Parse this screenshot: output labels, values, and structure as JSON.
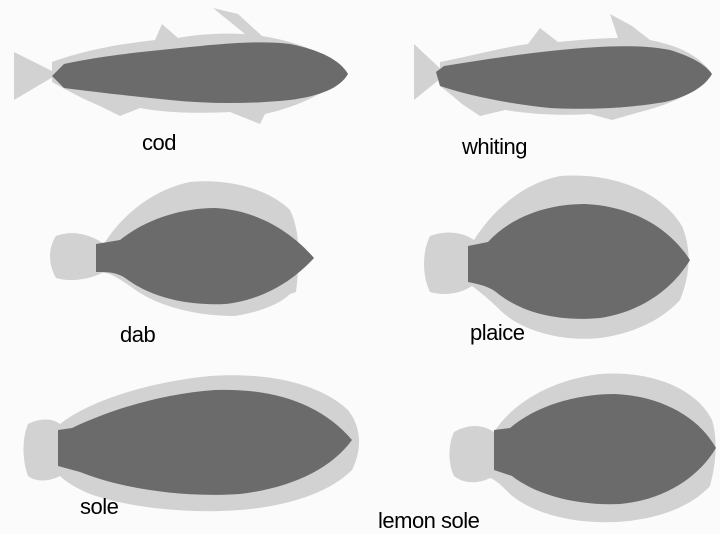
{
  "colors": {
    "background": "#fbfbfb",
    "outline_light": "#d2d2d2",
    "body_dark": "#6b6b6b",
    "label": "#000000"
  },
  "fish": [
    {
      "id": "cod",
      "label": "cod"
    },
    {
      "id": "whiting",
      "label": "whiting"
    },
    {
      "id": "dab",
      "label": "dab"
    },
    {
      "id": "plaice",
      "label": "plaice"
    },
    {
      "id": "sole",
      "label": "sole"
    },
    {
      "id": "lemon-sole",
      "label": "lemon sole"
    }
  ]
}
